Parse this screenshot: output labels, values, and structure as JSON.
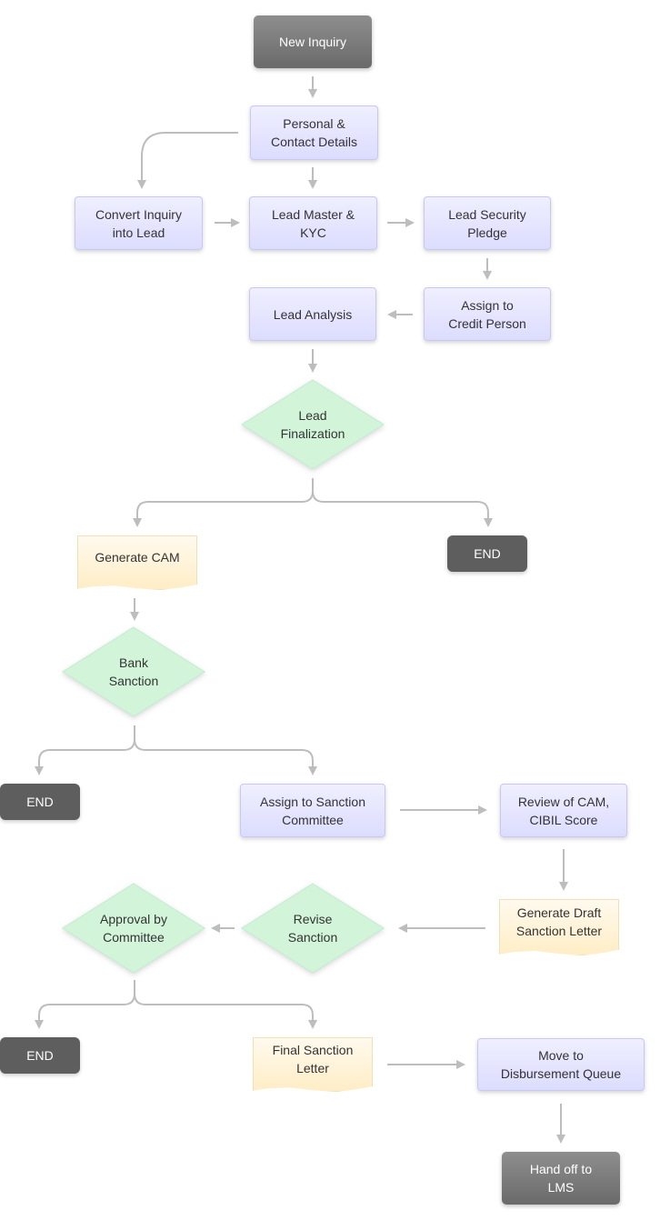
{
  "colors": {
    "process_fill": "#e6e6ff",
    "decision_fill": "#d2f5da",
    "document_fill": "#fff2d6",
    "terminal_gray": "#7a7a7a",
    "terminal_dark": "#5e5e5e",
    "connector": "#bdbdbd"
  },
  "nodes": {
    "new_inquiry": "New Inquiry",
    "personal_contact": "Personal &\nContact Details",
    "convert_inquiry": "Convert Inquiry\ninto Lead",
    "lead_master_kyc": "Lead Master &\nKYC",
    "lead_security": "Lead Security\nPledge",
    "assign_credit": "Assign to\nCredit Person",
    "lead_analysis": "Lead Analysis",
    "lead_finalization": "Lead\nFinalization",
    "generate_cam": "Generate CAM",
    "end_1": "END",
    "bank_sanction": "Bank\nSanction",
    "end_2": "END",
    "assign_sanction_committee": "Assign to Sanction\nCommittee",
    "review_cam": "Review of CAM,\nCIBIL Score",
    "generate_draft": "Generate Draft\nSanction Letter",
    "revise_sanction": "Revise\nSanction",
    "approval_committee": "Approval by\nCommittee",
    "end_3": "END",
    "final_sanction": "Final Sanction\nLetter",
    "move_disbursement": "Move to\nDisbursement Queue",
    "hand_off_lms": "Hand off to\nLMS"
  }
}
